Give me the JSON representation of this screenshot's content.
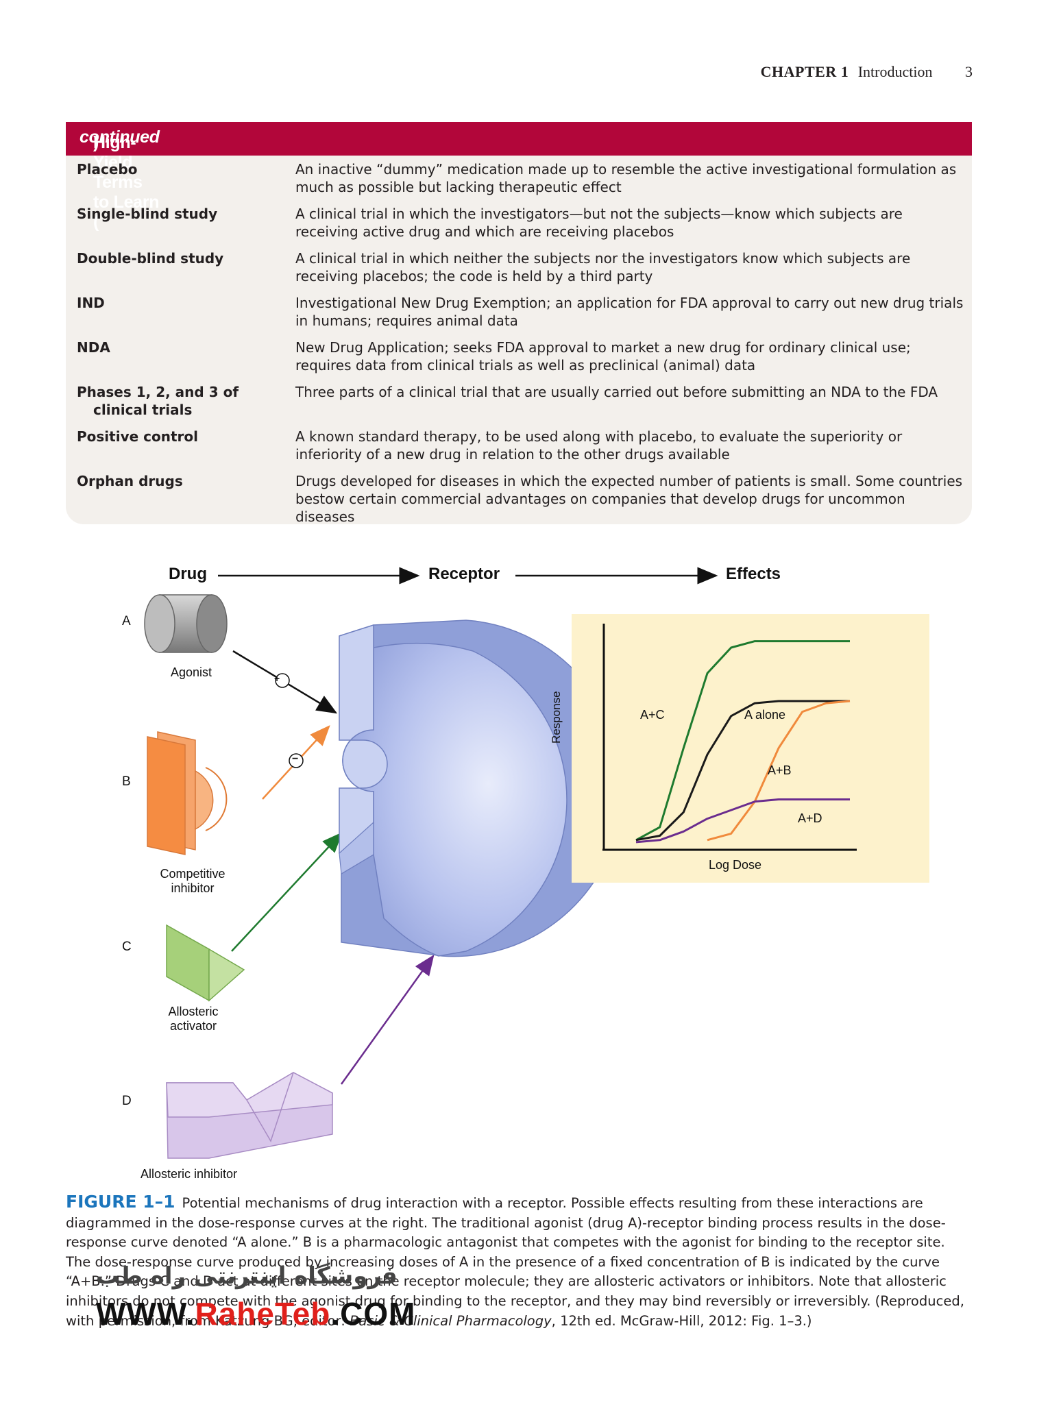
{
  "running_head": {
    "chapter": "CHAPTER 1",
    "section": "Introduction",
    "page": "3"
  },
  "hy_title": "High-Yield Terms to Learn (",
  "hy_title_cont": "continued",
  "hy_title_end": ")",
  "terms": [
    {
      "term": "Placebo",
      "def": "An inactive “dummy” medication made up to resemble the active investigational formulation as much as possible but lacking therapeutic effect"
    },
    {
      "term": "Single-blind study",
      "def": "A clinical trial in which the investigators—but not the subjects—know which subjects are receiving active drug and which are receiving placebos"
    },
    {
      "term": "Double-blind study",
      "def": "A clinical trial in which neither the subjects nor the investigators know which subjects are receiving placebos; the code is held by a third party"
    },
    {
      "term": "IND",
      "def": "Investigational New Drug Exemption; an application for FDA approval to carry out new drug trials in humans; requires animal data"
    },
    {
      "term": "NDA",
      "def": "New Drug Application; seeks FDA approval to market a new drug for ordinary clinical use; requires data from clinical trials as well as preclinical (animal) data"
    },
    {
      "term": "Phases 1, 2, and 3 of",
      "term2": "clinical trials",
      "def": "Three parts of a clinical trial that are usually carried out before submitting an NDA to the FDA"
    },
    {
      "term": "Positive control",
      "def": "A known standard therapy, to be used along with placebo, to evaluate the superiority or inferiority of a new drug in relation to the other drugs available"
    },
    {
      "term": "Orphan drugs",
      "def": "Drugs developed for diseases in which the expected number of patients is small. Some countries bestow certain commercial advantages on companies that develop drugs for uncommon diseases"
    }
  ],
  "figure": {
    "heads": {
      "drug": "Drug",
      "receptor": "Receptor",
      "effects": "Effects"
    },
    "letters": {
      "a": "A",
      "b": "B",
      "c": "C",
      "d": "D"
    },
    "drugs": {
      "agonist": "Agonist",
      "competitive_1": "Competitive",
      "competitive_2": "inhibitor",
      "activator_1": "Allosteric",
      "activator_2": "activator",
      "allosteric_inhibitor": "Allosteric inhibitor"
    },
    "signs": {
      "plus": "+",
      "minus": "−"
    },
    "chart_labels": {
      "ylabel": "Response",
      "xlabel": "Log Dose",
      "ac": "A+C",
      "a_alone": "A alone",
      "ab": "A+B",
      "ad": "A+D"
    },
    "number": "FIGURE 1–1",
    "caption": "Potential mechanisms of drug interaction with a receptor. Possible effects resulting from these interactions are diagrammed in the dose-response curves at the right. The traditional agonist (drug A)-receptor binding process results in the dose-response curve denoted “A alone.” B is a pharmacologic antagonist that competes with the agonist for binding to the receptor site. The dose-response curve produced by increasing doses of A in the presence of a fixed concentration of B is indicated by the curve “A+B.” Drugs C and D act at different sites on the receptor molecule; they are allosteric activators or inhibitors. Note that allosteric inhibitors do not compete with the agonist drug for binding to the receptor, and they may bind reversibly or irreversibly. (Reproduced, with permission, from Katzung BG, editor:",
    "caption_ital": "Basic & Clinical Pharmacology",
    "caption_end": ", 12th ed. McGraw-Hill, 2012: Fig. 1–3.)"
  },
  "chart_data": {
    "type": "line",
    "title": "",
    "xlabel": "Log Dose",
    "ylabel": "Response",
    "series": [
      {
        "name": "A+C",
        "values": [
          0.02,
          0.08,
          0.45,
          0.8,
          0.92,
          0.95,
          0.95,
          0.95,
          0.95,
          0.95
        ],
        "color": "#1e7a2e"
      },
      {
        "name": "A alone",
        "values": [
          0.02,
          0.04,
          0.15,
          0.42,
          0.6,
          0.66,
          0.67,
          0.67,
          0.67,
          0.67
        ],
        "color": "#1a1a1a"
      },
      {
        "name": "A+B",
        "values": [
          null,
          null,
          null,
          0.02,
          0.05,
          0.2,
          0.45,
          0.62,
          0.66,
          0.67
        ],
        "color": "#f08a3c"
      },
      {
        "name": "A+D",
        "values": [
          0.01,
          0.02,
          0.06,
          0.12,
          0.16,
          0.2,
          0.21,
          0.21,
          0.21,
          0.21
        ],
        "color": "#6a2c8e"
      }
    ],
    "grid": false,
    "legend": "inline labels"
  },
  "watermark": {
    "fa": "فروشگاه اینترنتی راه طب",
    "pre": "WWW.",
    "brand": "RaheTeb",
    "post": ".COM"
  },
  "colors": {
    "banner": "#b2063a",
    "panel": "#f3f0ec",
    "chart_bg": "#fdf2cc",
    "fig_blue": "#1b75bc"
  }
}
